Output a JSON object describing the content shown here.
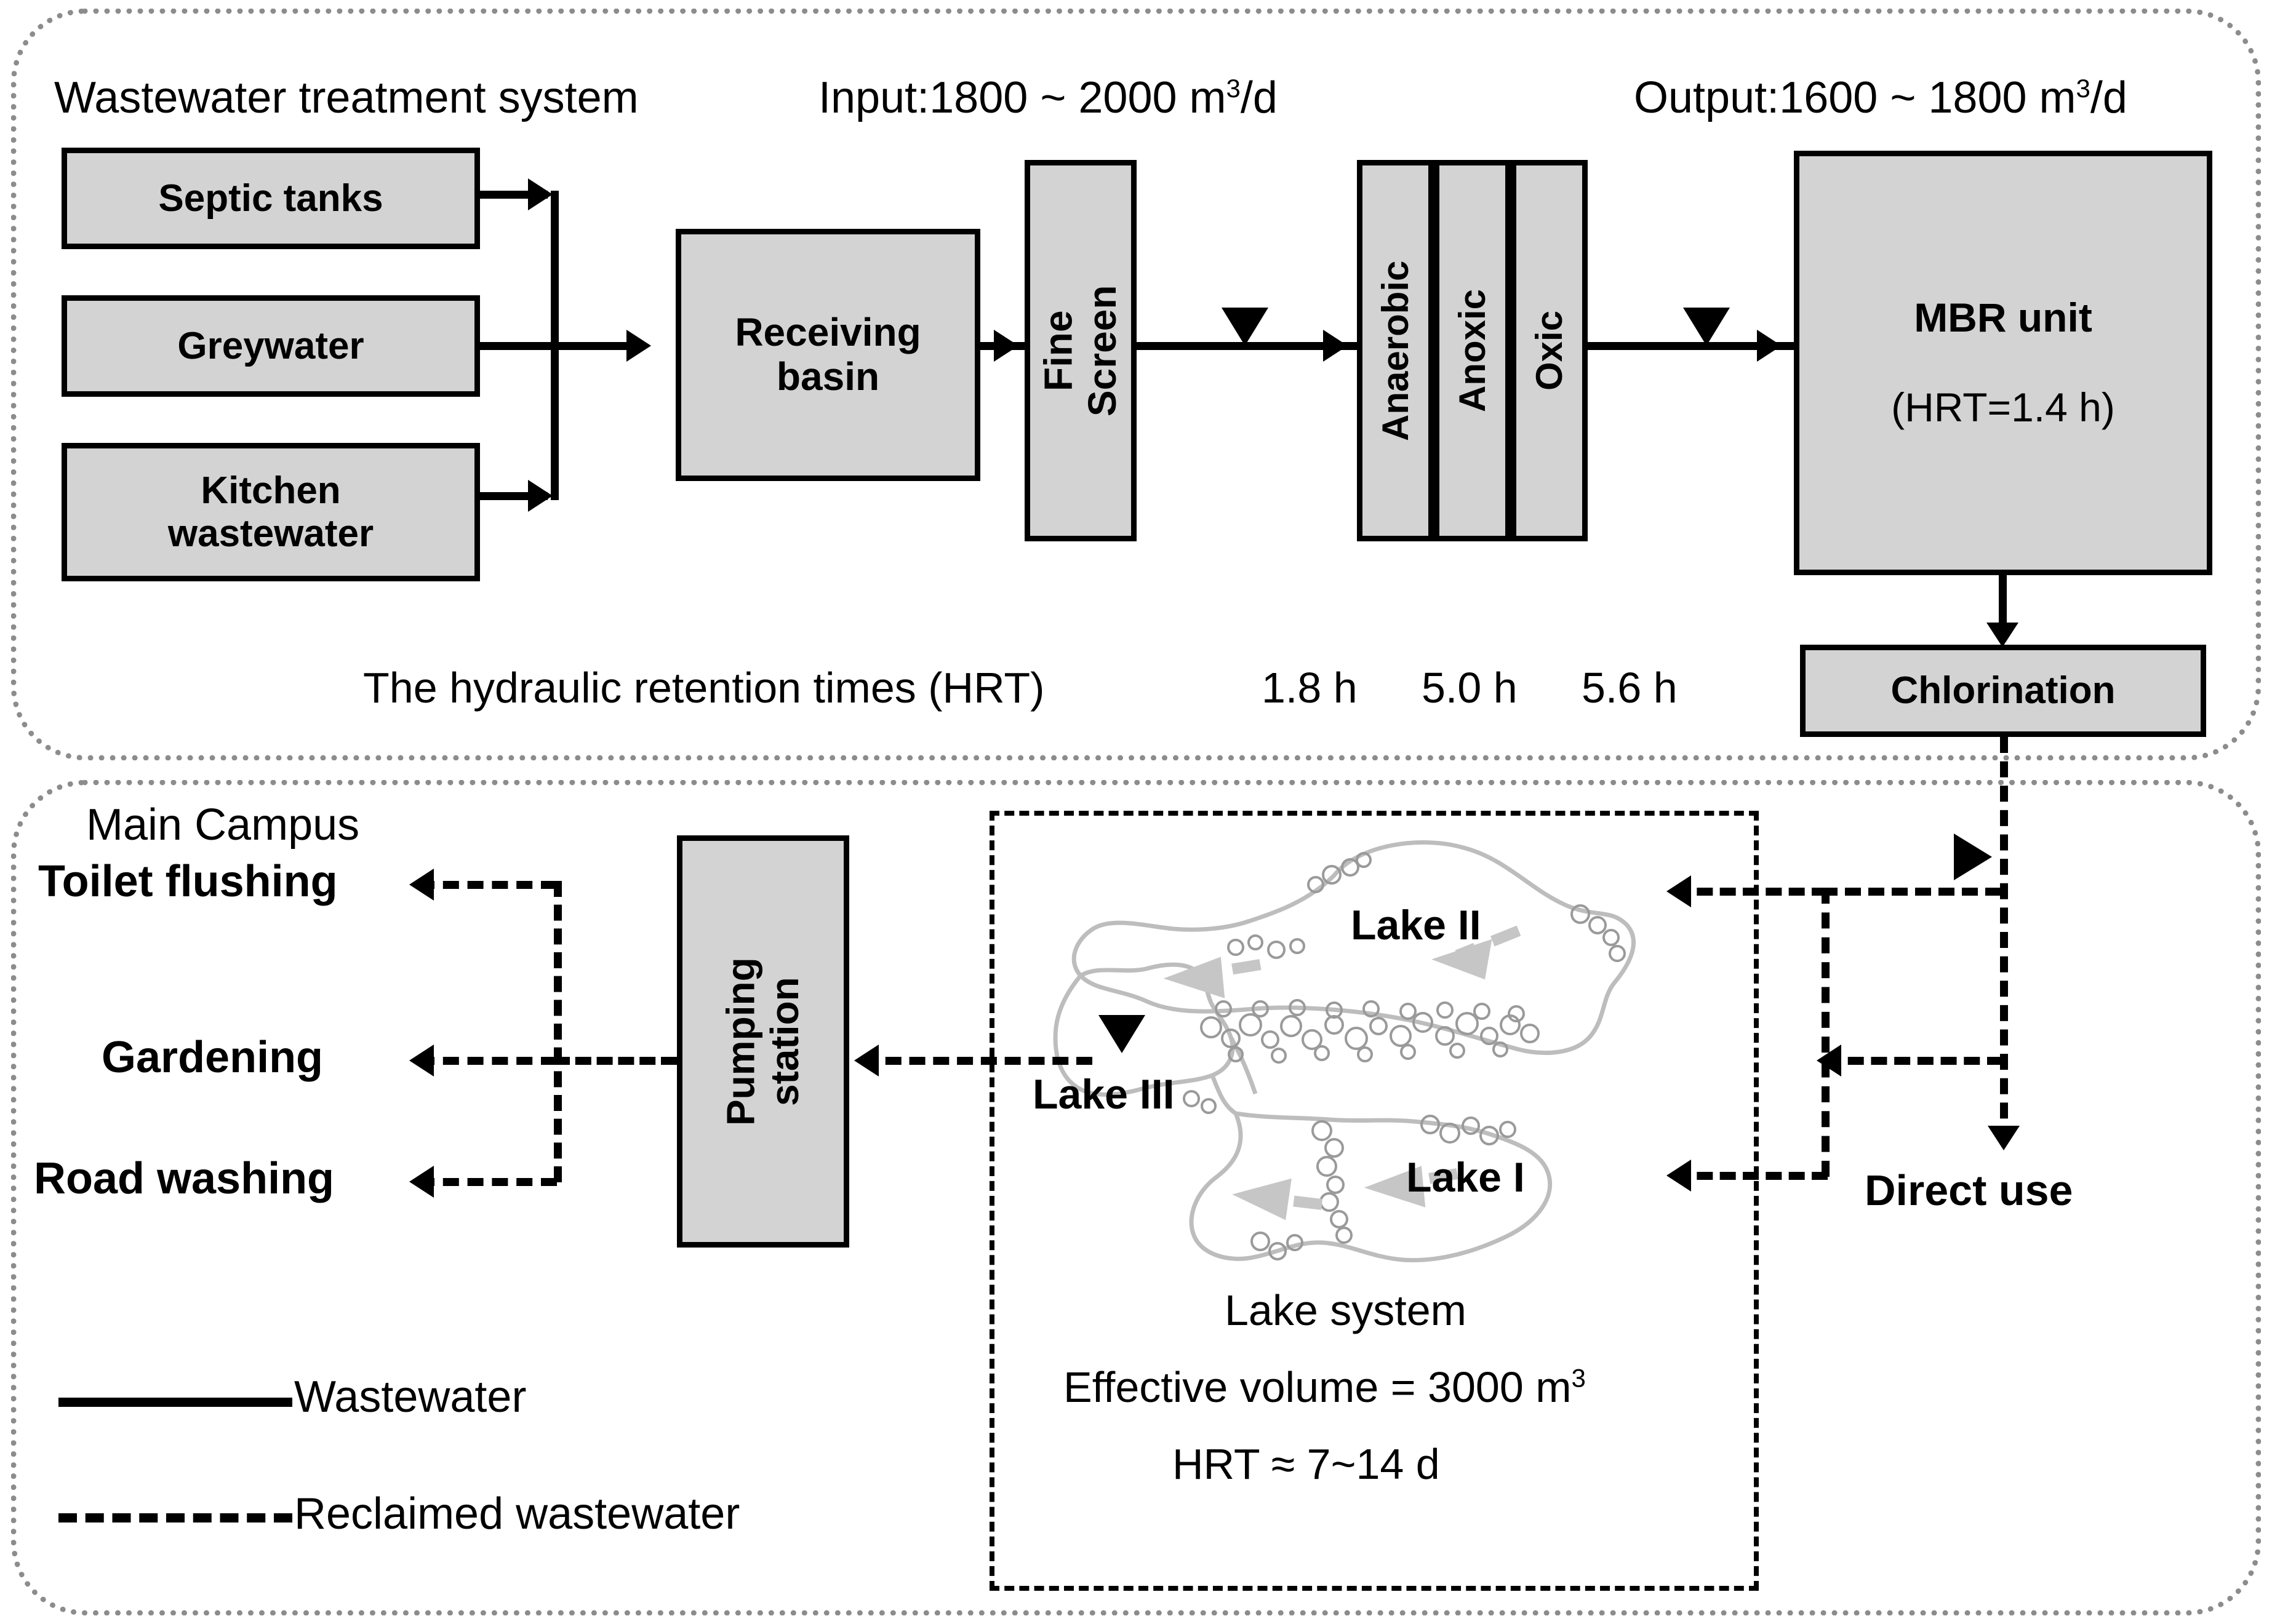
{
  "zones": {
    "treatment": {
      "title": "Wastewater treatment system"
    },
    "campus": {
      "title": "Main Campus"
    }
  },
  "flow_labels": {
    "input": "Input:1800 ~ 2000 m",
    "input_exp": "3",
    "input_unit": "/d",
    "output": "Output:1600 ~ 1800 m",
    "output_exp": "3",
    "output_unit": "/d"
  },
  "sources": [
    {
      "label": "Septic tanks"
    },
    {
      "label": "Greywater"
    },
    {
      "label": "Kitchen\nwastewater"
    }
  ],
  "units": {
    "receiving_basin": "Receiving\nbasin",
    "fine_screen": "Fine\nScreen",
    "anaerobic": "Anaerobic",
    "anoxic": "Anoxic",
    "oxic": "Oxic",
    "mbr_title": "MBR unit",
    "mbr_hrt": "(HRT=1.4 h)",
    "chlorination": "Chlorination",
    "pumping_station": "Pumping\nstation"
  },
  "hrt_line": {
    "caption": "The hydraulic retention times (HRT)",
    "values": [
      "1.8 h",
      "5.0 h",
      "5.6 h"
    ]
  },
  "reuse_endpoints": [
    {
      "label": "Toilet flushing"
    },
    {
      "label": "Gardening"
    },
    {
      "label": "Road washing"
    }
  ],
  "direct_use": {
    "label": "Direct use"
  },
  "lake_system": {
    "lakes": [
      {
        "label": "Lake I"
      },
      {
        "label": "Lake II"
      },
      {
        "label": "Lake III"
      }
    ],
    "caption": "Lake system",
    "volume_prefix": "Effective volume = 3000 m",
    "volume_exp": "3",
    "hrt": "HRT ≈ 7~14 d"
  },
  "legend": [
    {
      "style": "solid",
      "label": "Wastewater"
    },
    {
      "style": "dashed",
      "label": "Reclaimed wastewater"
    }
  ],
  "colors": {
    "box_fill": "#d3d3d3",
    "box_stroke": "#000000",
    "zone_border": "#8c8c8c",
    "lake_outline": "#bdbdbd",
    "lake_arrow": "#c6c6c6"
  }
}
